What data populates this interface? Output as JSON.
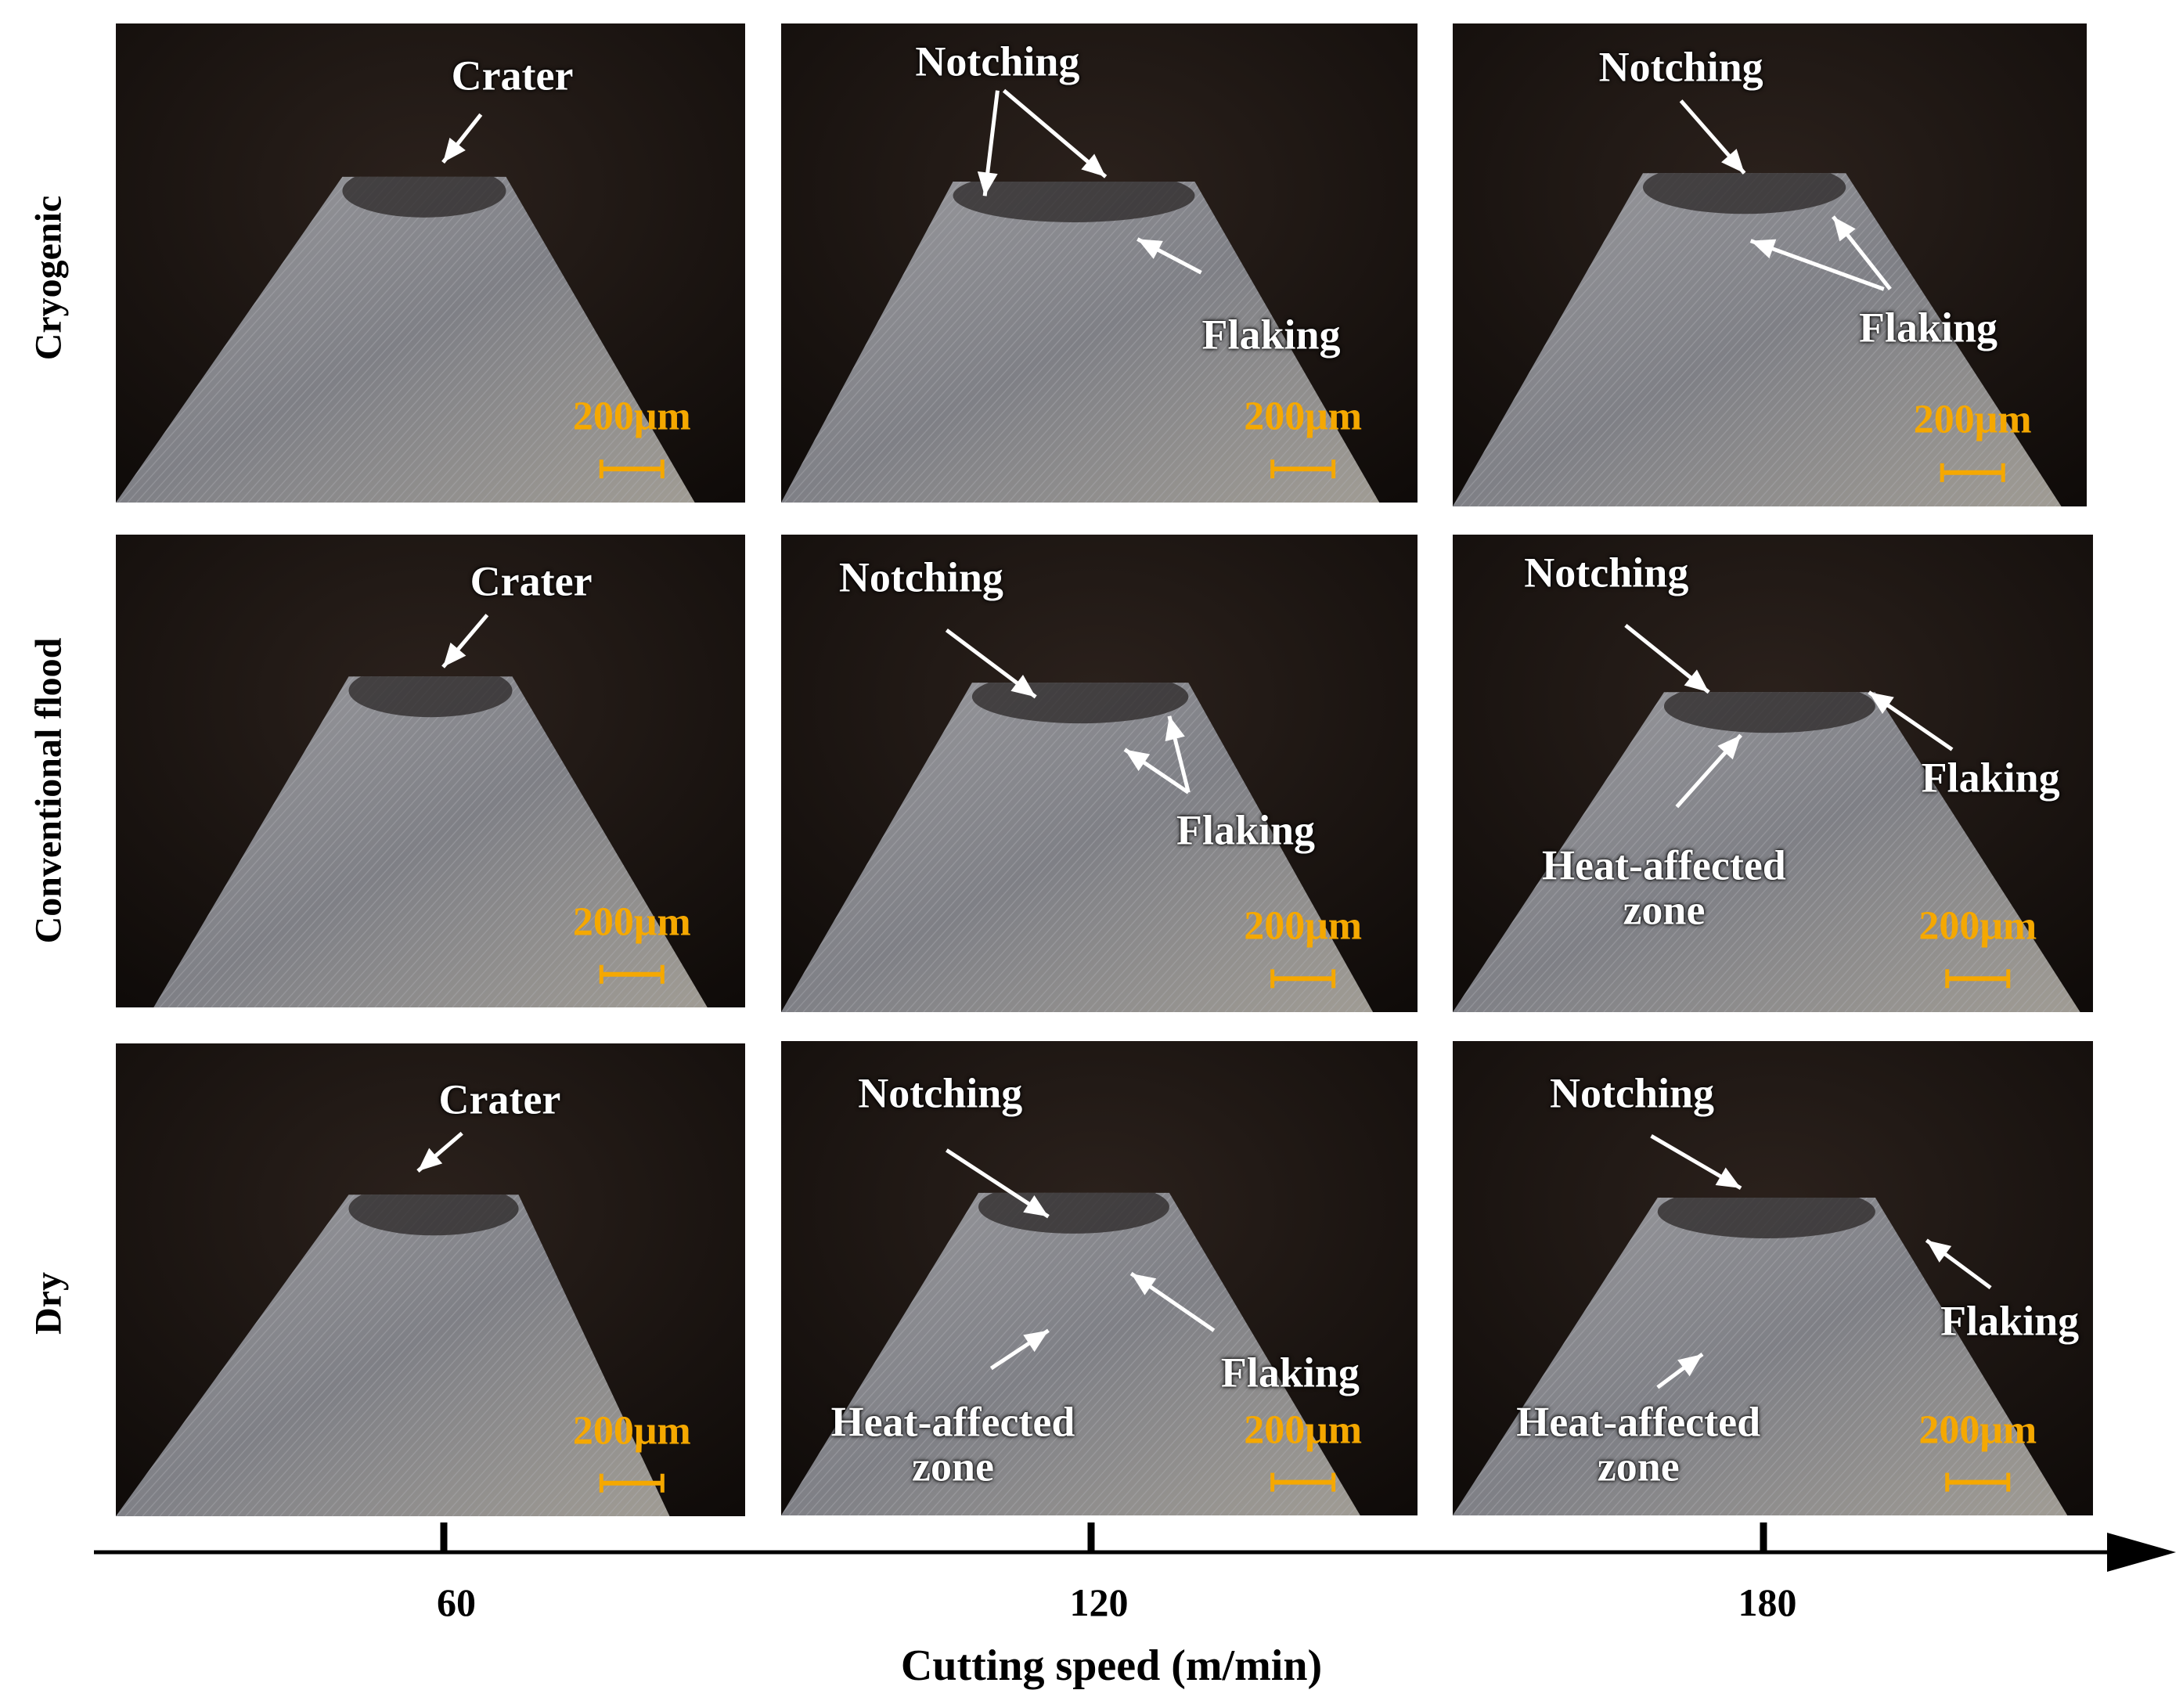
{
  "figure": {
    "rows": [
      "Cryogenic",
      "Conventional flood",
      "Dry"
    ],
    "scale_bar": {
      "label": "200μm",
      "color": "#f5a800"
    },
    "annotation_color": "#ffffff",
    "panels": [
      {
        "row": "Cryogenic",
        "speed": "60",
        "annotations": [
          {
            "text": "Crater"
          }
        ]
      },
      {
        "row": "Cryogenic",
        "speed": "120",
        "annotations": [
          {
            "text": "Notching"
          },
          {
            "text": "Flaking"
          }
        ]
      },
      {
        "row": "Cryogenic",
        "speed": "180",
        "annotations": [
          {
            "text": "Notching"
          },
          {
            "text": "Flaking"
          }
        ]
      },
      {
        "row": "Conventional flood",
        "speed": "60",
        "annotations": [
          {
            "text": "Crater"
          }
        ]
      },
      {
        "row": "Conventional flood",
        "speed": "120",
        "annotations": [
          {
            "text": "Notching"
          },
          {
            "text": "Flaking"
          }
        ]
      },
      {
        "row": "Conventional flood",
        "speed": "180",
        "annotations": [
          {
            "text": "Notching"
          },
          {
            "text": "Flaking"
          },
          {
            "text": "Heat-affected\nzone"
          }
        ]
      },
      {
        "row": "Dry",
        "speed": "60",
        "annotations": [
          {
            "text": "Crater"
          }
        ]
      },
      {
        "row": "Dry",
        "speed": "120",
        "annotations": [
          {
            "text": "Notching"
          },
          {
            "text": "Flaking"
          },
          {
            "text": "Heat-affected\nzone"
          }
        ]
      },
      {
        "row": "Dry",
        "speed": "180",
        "annotations": [
          {
            "text": "Notching"
          },
          {
            "text": "Flaking"
          },
          {
            "text": "Heat-affected\nzone"
          }
        ]
      }
    ]
  },
  "axis": {
    "title": "Cutting speed (m/min)",
    "ticks": [
      "60",
      "120",
      "180"
    ]
  }
}
